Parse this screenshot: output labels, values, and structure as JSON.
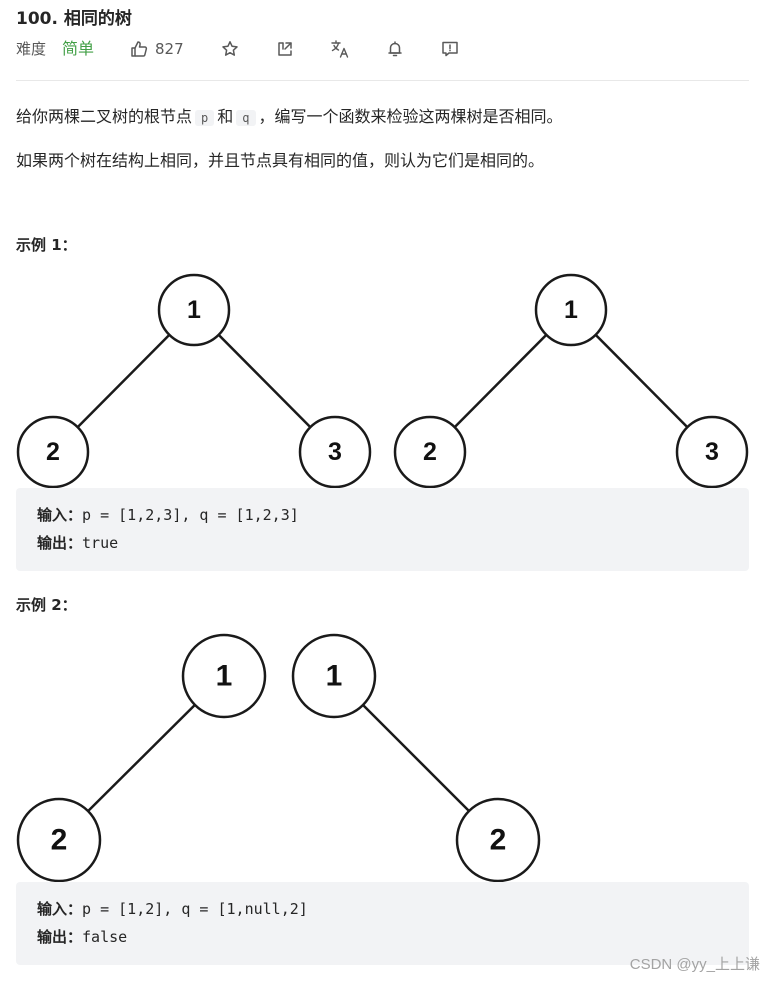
{
  "problem": {
    "title": "100. 相同的树",
    "difficulty_label": "难度",
    "difficulty_value": "简单",
    "like_count": "827",
    "toolbar_icons": [
      "thumbs-up-icon",
      "star-icon",
      "share-icon",
      "translate-icon",
      "bell-icon",
      "feedback-icon"
    ]
  },
  "description": {
    "line1": {
      "before": "给你两棵二叉树的根节点",
      "p": "p",
      "and": "和",
      "q": "q",
      "after": "，编写一个函数来检验这两棵树是否相同。"
    },
    "line2": "如果两个树在结构上相同，并且节点具有相同的值，则认为它们是相同的。"
  },
  "examples": [
    {
      "title": "示例 1：",
      "input_label": "输入：",
      "input_value": "p = [1,2,3], q = [1,2,3]",
      "output_label": "输出：",
      "output_value": "true",
      "tree_labels": {
        "p_root": "1",
        "p_left": "2",
        "p_right": "3",
        "q_root": "1",
        "q_left": "2",
        "q_right": "3"
      }
    },
    {
      "title": "示例 2：",
      "input_label": "输入：",
      "input_value": "p = [1,2], q = [1,null,2]",
      "output_label": "输出：",
      "output_value": "false",
      "tree_labels": {
        "p_root": "1",
        "p_left": "2",
        "q_root": "1",
        "q_right": "2"
      }
    }
  ],
  "watermark": "CSDN @yy_上上谦"
}
